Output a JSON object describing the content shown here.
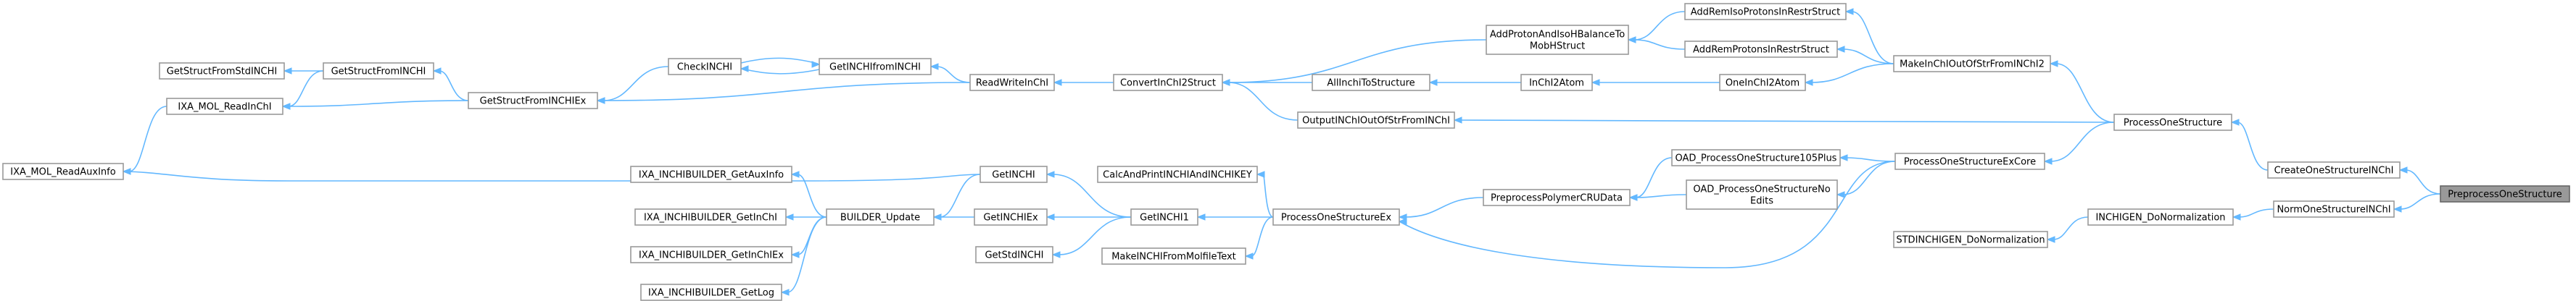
{
  "diagram": {
    "highlighted_node": "PreprocessOneStructure",
    "nodes": [
      {
        "id": "PreprocessOneStructure",
        "lines": [
          "PreprocessOneStructure"
        ]
      },
      {
        "id": "CreateOneStructureINChI",
        "lines": [
          "CreateOneStructureINChI"
        ]
      },
      {
        "id": "NormOneStructureINChI",
        "lines": [
          "NormOneStructureINChI"
        ]
      },
      {
        "id": "ProcessOneStructure",
        "lines": [
          "ProcessOneStructure"
        ]
      },
      {
        "id": "INCHIGEN_DoNormalization",
        "lines": [
          "INCHIGEN_DoNormalization"
        ]
      },
      {
        "id": "STDINCHIGEN_DoNormalization",
        "lines": [
          "STDINCHIGEN_DoNormalization"
        ]
      },
      {
        "id": "MakeInChIOutOfStrFromINChI2",
        "lines": [
          "MakeInChIOutOfStrFromINChI2"
        ]
      },
      {
        "id": "OutputINChIOutOfStrFromINChI",
        "lines": [
          "OutputINChIOutOfStrFromINChI"
        ]
      },
      {
        "id": "ProcessOneStructureExCore",
        "lines": [
          "ProcessOneStructureExCore"
        ]
      },
      {
        "id": "AddRemIsoProtonsInRestrStruct",
        "lines": [
          "AddRemIsoProtonsInRestrStruct"
        ]
      },
      {
        "id": "AddRemProtonsInRestrStruct",
        "lines": [
          "AddRemProtonsInRestrStruct"
        ]
      },
      {
        "id": "OneInChI2Atom",
        "lines": [
          "OneInChI2Atom"
        ]
      },
      {
        "id": "OAD_ProcessOneStructure105Plus",
        "lines": [
          "OAD_ProcessOneStructure105Plus"
        ]
      },
      {
        "id": "OAD_ProcessOneStructureNoEdits",
        "lines": [
          "OAD_ProcessOneStructureNo",
          "Edits"
        ]
      },
      {
        "id": "AddProtonAndIsoHBalanceToMobHStruct",
        "lines": [
          "AddProtonAndIsoHBalanceTo",
          "MobHStruct"
        ]
      },
      {
        "id": "InChI2Atom",
        "lines": [
          "InChI2Atom"
        ]
      },
      {
        "id": "PreprocessPolymerCRUData",
        "lines": [
          "PreprocessPolymerCRUData"
        ]
      },
      {
        "id": "AllInchiToStructure",
        "lines": [
          "AllInchiToStructure"
        ]
      },
      {
        "id": "ConvertInChI2Struct",
        "lines": [
          "ConvertInChI2Struct"
        ]
      },
      {
        "id": "ProcessOneStructureEx",
        "lines": [
          "ProcessOneStructureEx"
        ]
      },
      {
        "id": "CalcAndPrintINCHIAndINCHIKEY",
        "lines": [
          "CalcAndPrintINCHIAndINCHIKEY"
        ]
      },
      {
        "id": "GetINCHI1",
        "lines": [
          "GetINCHI1"
        ]
      },
      {
        "id": "MakeINCHIFromMolfileText",
        "lines": [
          "MakeINCHIFromMolfileText"
        ]
      },
      {
        "id": "ReadWriteInChI",
        "lines": [
          "ReadWriteInChI"
        ]
      },
      {
        "id": "GetINCHI",
        "lines": [
          "GetINCHI"
        ]
      },
      {
        "id": "GetINCHIEx",
        "lines": [
          "GetINCHIEx"
        ]
      },
      {
        "id": "GetStdINCHI",
        "lines": [
          "GetStdINCHI"
        ]
      },
      {
        "id": "GetINCHIfromINCHI",
        "lines": [
          "GetINCHIfromINCHI"
        ]
      },
      {
        "id": "BUILDER_Update",
        "lines": [
          "BUILDER_Update"
        ]
      },
      {
        "id": "CheckINCHI",
        "lines": [
          "CheckINCHI"
        ]
      },
      {
        "id": "GetStructFromINCHIEx",
        "lines": [
          "GetStructFromINCHIEx"
        ]
      },
      {
        "id": "GetStructFromINCHI",
        "lines": [
          "GetStructFromINCHI"
        ]
      },
      {
        "id": "IXA_MOL_ReadInChI",
        "lines": [
          "IXA_MOL_ReadInChI"
        ]
      },
      {
        "id": "GetStructFromStdINCHI",
        "lines": [
          "GetStructFromStdINCHI"
        ]
      },
      {
        "id": "IXA_MOL_ReadAuxInfo",
        "lines": [
          "IXA_MOL_ReadAuxInfo"
        ]
      },
      {
        "id": "IXA_INCHIBUILDER_GetAuxInfo",
        "lines": [
          "IXA_INCHIBUILDER_GetAuxInfo"
        ]
      },
      {
        "id": "IXA_INCHIBUILDER_GetInChI",
        "lines": [
          "IXA_INCHIBUILDER_GetInChI"
        ]
      },
      {
        "id": "IXA_INCHIBUILDER_GetInChIEx",
        "lines": [
          "IXA_INCHIBUILDER_GetInChIEx"
        ]
      },
      {
        "id": "IXA_INCHIBUILDER_GetLog",
        "lines": [
          "IXA_INCHIBUILDER_GetLog"
        ]
      }
    ],
    "edges": [
      {
        "from": "PreprocessOneStructure",
        "to": "CreateOneStructureINChI"
      },
      {
        "from": "PreprocessOneStructure",
        "to": "NormOneStructureINChI"
      },
      {
        "from": "CreateOneStructureINChI",
        "to": "ProcessOneStructure"
      },
      {
        "from": "NormOneStructureINChI",
        "to": "INCHIGEN_DoNormalization"
      },
      {
        "from": "INCHIGEN_DoNormalization",
        "to": "STDINCHIGEN_DoNormalization"
      },
      {
        "from": "ProcessOneStructure",
        "to": "MakeInChIOutOfStrFromINChI2"
      },
      {
        "from": "ProcessOneStructure",
        "to": "OutputINChIOutOfStrFromINChI"
      },
      {
        "from": "ProcessOneStructure",
        "to": "ProcessOneStructureExCore"
      },
      {
        "from": "MakeInChIOutOfStrFromINChI2",
        "to": "AddRemIsoProtonsInRestrStruct"
      },
      {
        "from": "MakeInChIOutOfStrFromINChI2",
        "to": "AddRemProtonsInRestrStruct"
      },
      {
        "from": "MakeInChIOutOfStrFromINChI2",
        "to": "OneInChI2Atom"
      },
      {
        "from": "AddRemIsoProtonsInRestrStruct",
        "to": "AddProtonAndIsoHBalanceToMobHStruct"
      },
      {
        "from": "AddRemProtonsInRestrStruct",
        "to": "AddProtonAndIsoHBalanceToMobHStruct"
      },
      {
        "from": "OneInChI2Atom",
        "to": "InChI2Atom"
      },
      {
        "from": "InChI2Atom",
        "to": "AllInchiToStructure"
      },
      {
        "from": "AllInchiToStructure",
        "to": "ConvertInChI2Struct"
      },
      {
        "from": "AddProtonAndIsoHBalanceToMobHStruct",
        "to": "ConvertInChI2Struct"
      },
      {
        "from": "OutputINChIOutOfStrFromINChI",
        "to": "ConvertInChI2Struct"
      },
      {
        "from": "ProcessOneStructureExCore",
        "to": "OAD_ProcessOneStructure105Plus"
      },
      {
        "from": "ProcessOneStructureExCore",
        "to": "OAD_ProcessOneStructureNoEdits"
      },
      {
        "from": "ProcessOneStructureExCore",
        "to": "ProcessOneStructureEx"
      },
      {
        "from": "OAD_ProcessOneStructure105Plus",
        "to": "PreprocessPolymerCRUData"
      },
      {
        "from": "OAD_ProcessOneStructureNoEdits",
        "to": "PreprocessPolymerCRUData"
      },
      {
        "from": "PreprocessPolymerCRUData",
        "to": "ProcessOneStructureEx"
      },
      {
        "from": "ProcessOneStructureEx",
        "to": "CalcAndPrintINCHIAndINCHIKEY"
      },
      {
        "from": "ProcessOneStructureEx",
        "to": "GetINCHI1"
      },
      {
        "from": "ProcessOneStructureEx",
        "to": "MakeINCHIFromMolfileText"
      },
      {
        "from": "ConvertInChI2Struct",
        "to": "ReadWriteInChI"
      },
      {
        "from": "ReadWriteInChI",
        "to": "GetINCHIfromINCHI"
      },
      {
        "from": "ReadWriteInChI",
        "to": "GetStructFromINCHIEx"
      },
      {
        "from": "GetINCHI1",
        "to": "GetINCHI"
      },
      {
        "from": "GetINCHI1",
        "to": "GetINCHIEx"
      },
      {
        "from": "GetINCHI1",
        "to": "GetStdINCHI"
      },
      {
        "from": "GetINCHIfromINCHI",
        "to": "CheckINCHI"
      },
      {
        "from": "CheckINCHI",
        "to": "GetINCHIfromINCHI"
      },
      {
        "from": "CheckINCHI",
        "to": "GetStructFromINCHIEx"
      },
      {
        "from": "GetStructFromINCHIEx",
        "to": "GetStructFromINCHI"
      },
      {
        "from": "GetStructFromINCHIEx",
        "to": "IXA_MOL_ReadInChI"
      },
      {
        "from": "GetStructFromINCHI",
        "to": "IXA_MOL_ReadInChI"
      },
      {
        "from": "GetStructFromINCHI",
        "to": "GetStructFromStdINCHI"
      },
      {
        "from": "IXA_MOL_ReadInChI",
        "to": "IXA_MOL_ReadAuxInfo"
      },
      {
        "from": "GetINCHI",
        "to": "IXA_MOL_ReadAuxInfo"
      },
      {
        "from": "GetINCHI",
        "to": "BUILDER_Update"
      },
      {
        "from": "GetINCHIEx",
        "to": "BUILDER_Update"
      },
      {
        "from": "BUILDER_Update",
        "to": "IXA_INCHIBUILDER_GetAuxInfo"
      },
      {
        "from": "BUILDER_Update",
        "to": "IXA_INCHIBUILDER_GetInChI"
      },
      {
        "from": "BUILDER_Update",
        "to": "IXA_INCHIBUILDER_GetInChIEx"
      },
      {
        "from": "BUILDER_Update",
        "to": "IXA_INCHIBUILDER_GetLog"
      }
    ],
    "colors": {
      "edge": "#63b8ff",
      "node_border": "#999999",
      "node_fill": "#ffffff",
      "highlight_fill": "#999999"
    }
  }
}
